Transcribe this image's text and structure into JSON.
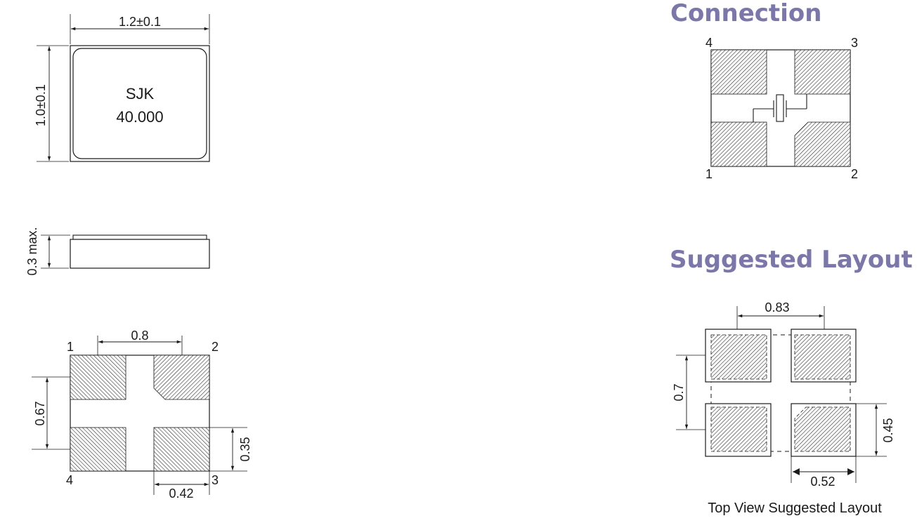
{
  "top_view": {
    "width_dim": "1.2±0.1",
    "height_dim": "1.0±0.1",
    "marking_line1": "SJK",
    "marking_line2": "40.000"
  },
  "side_view": {
    "height_dim": "0.3 max."
  },
  "bottom_view": {
    "pad_spacing_x": "0.8",
    "pad_spacing_y": "0.67",
    "pad_height": "0.35",
    "pad_width": "0.42",
    "pin1": "1",
    "pin2": "2",
    "pin3": "3",
    "pin4": "4"
  },
  "connection": {
    "title": "Connection",
    "pin1": "1",
    "pin2": "2",
    "pin3": "3",
    "pin4": "4"
  },
  "layout": {
    "title": "Suggested Layout",
    "dim_top": "0.83",
    "dim_left": "0.7",
    "dim_right": "0.45",
    "dim_bottom": "0.52",
    "caption": "Top View Suggested Layout"
  }
}
